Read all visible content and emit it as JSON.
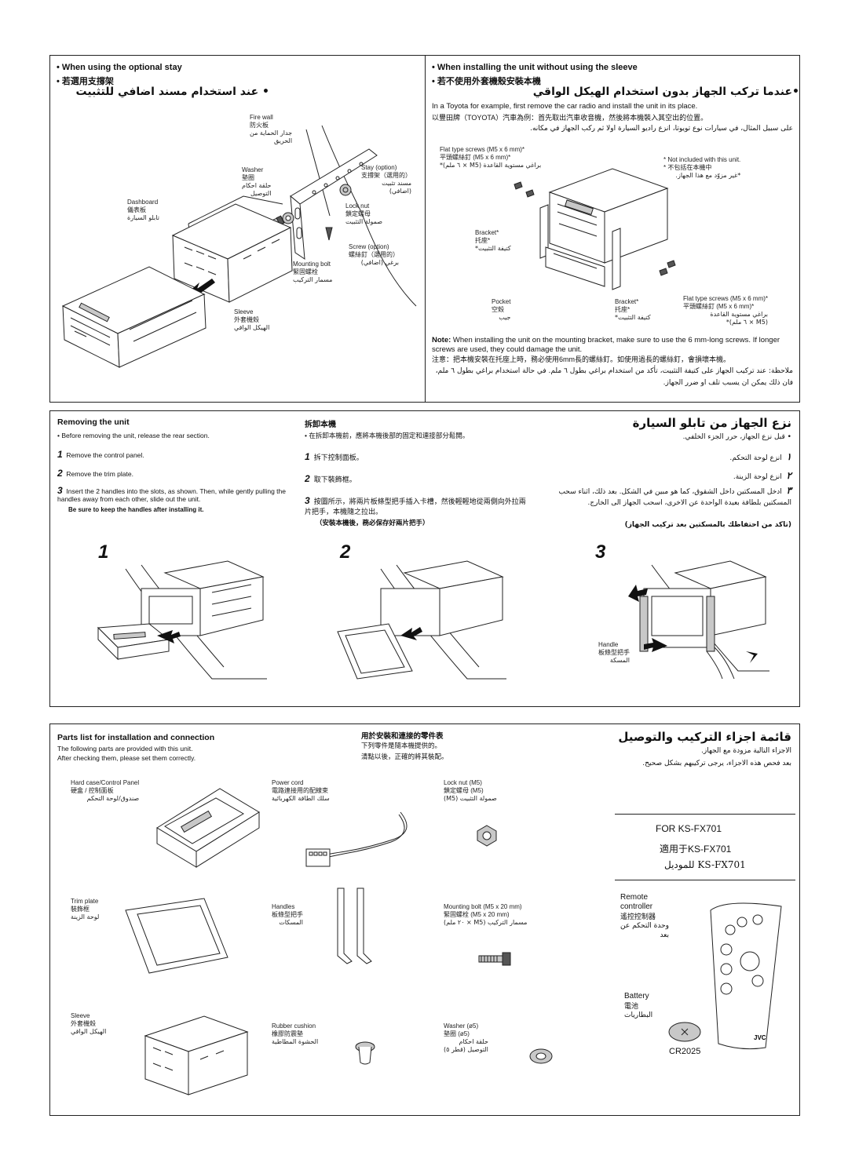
{
  "top_left": {
    "heading_en": "• When using the optional stay",
    "heading_zh": "• 若選用支撐架",
    "heading_ar": "• عند استخدام مسند اضافي للتثبيت",
    "labels": {
      "fire_wall": [
        "Fire wall",
        "防火板",
        "جدار الحماية من",
        "الحريق"
      ],
      "washer": [
        "Washer",
        "墊圈",
        "حلقة احكام",
        "التوصيل"
      ],
      "stay": [
        "Stay (option)",
        "支撐架（選用的）",
        "مسند تثبيت",
        "(اضافي)"
      ],
      "lock_nut": [
        "Lock nut",
        "鎖定螺母",
        "صمولة التثبيت"
      ],
      "dashboard": [
        "Dashboard",
        "儀表板",
        "تابلو السيارة"
      ],
      "screw": [
        "Screw (option)",
        "螺絲釘（選用的）",
        "برغي (اضافي)"
      ],
      "mounting_bolt": [
        "Mounting bolt",
        "緊固螺栓",
        "مسمار التركيب"
      ],
      "sleeve": [
        "Sleeve",
        "外套機殼",
        "الهيكل الواقي"
      ]
    }
  },
  "top_right": {
    "heading_en": "• When installing the unit without using the sleeve",
    "heading_zh": "• 若不使用外套機殼安裝本機",
    "heading_ar": "•عندما تركب الجهاز بدون استخدام الهيكل الواقي",
    "intro_en": "In a Toyota for example, first remove the car radio and install the unit in its place.",
    "intro_zh": "以豐田牌（TOYOTA）汽車為例：首先取出汽車收音機，然後將本機裝入其空出的位置。",
    "intro_ar": "على سبيل المثال، في سيارات نوع تويوتا، انزع راديو السيارة اولا ثم ركب الجهاز في مكانه.",
    "labels": {
      "flat_screws_top": [
        "Flat type screws (M5 x 6 mm)*",
        "平頭螺絲釘 (M5 x 6 mm)*",
        "براغي مستوية القاعدة (M5 × ٦ ملم)*"
      ],
      "not_included": [
        "* Not included with this unit.",
        "* 不包括在本機中",
        "*غير مزوّد مع هذا الجهاز."
      ],
      "bracket_top": [
        "Bracket*",
        "托座*",
        "كتيفة التثبيت*"
      ],
      "pocket": [
        "Pocket",
        "空殼",
        "جيب"
      ],
      "bracket_bottom": [
        "Bracket*",
        "托座*",
        "كتيفة التثبيت*"
      ],
      "flat_screws_bottom": [
        "Flat type screws (M5 x 6 mm)*",
        "平頭螺絲釘 (M5 x 6 mm)*",
        "براغي مستوية القاعدة",
        "(M5 × ٦ ملم)*"
      ]
    },
    "note_label_en": "Note:",
    "note_en": "When installing the unit on the mounting bracket, make sure to use the 6 mm-long screws. If longer screws are used, they could damage the unit.",
    "note_zh": "注意：把本機安裝在托座上時，務必使用6mm長的螺絲釘。如使用過長的螺絲釘，會損壞本機。",
    "note_ar": "ملاحظة: عند تركيب الجهاز على كتيفة التثبيت، تأكد من استخدام براغي بطول ٦ ملم. في حالة استخدام براغي بطول ٦ ملم، فان ذلك يمكن ان يسبب تلف او ضرر الجهاز."
  },
  "removing": {
    "en": {
      "title": "Removing the unit",
      "bullet": "• Before removing the unit, release the rear section.",
      "steps": [
        {
          "n": "1",
          "text": "Remove the control panel."
        },
        {
          "n": "2",
          "text": "Remove the trim plate."
        },
        {
          "n": "3",
          "text": "Insert the 2 handles into the slots, as shown. Then, while gently pulling the handles away from each other, slide out the unit."
        }
      ],
      "warning": "Be sure to keep the handles after installing it."
    },
    "zh": {
      "title": "拆卸本機",
      "bullet": "• 在拆卸本機前，應將本機後部的固定和連接部分鬆開。",
      "steps": [
        {
          "n": "1",
          "text": "拆下控制面板。"
        },
        {
          "n": "2",
          "text": "取下裝飾框。"
        },
        {
          "n": "3",
          "text": "按圖所示，將兩片板條型把手插入卡槽，然後輕輕地從兩側向外拉兩片把手，本機隨之拉出。"
        }
      ],
      "warning": "（安裝本機後，務必保存好兩片把手）"
    },
    "ar": {
      "title": "نزع الجهاز من تابلو السيارة",
      "bullet": "• قبل نزع الجهاز، حرر الجزء الخلفي.",
      "steps": [
        {
          "n": "١",
          "text": "انزع لوحة التحكم."
        },
        {
          "n": "٢",
          "text": "انزع لوحة الزينة."
        },
        {
          "n": "٣",
          "text": "ادخل المسكتين داخل الشقوق، كما هو مبين في الشكل. بعد ذلك، اثناء سحب المسكتين بلطافة بعيدة الواحدة عن الاخرى، اسحب الجهاز الى الخارج."
        }
      ],
      "warning": "(تاكد من احتفاظك بالمسكتين بعد تركيب الجهاز)"
    },
    "figure_numbers": [
      "1",
      "2",
      "3"
    ],
    "handle_labels": [
      "Handle",
      "板條型把手",
      "المسكة"
    ]
  },
  "parts": {
    "title_en": "Parts list for installation and connection",
    "sub1_en": "The following parts are provided with this unit.",
    "sub2_en": "After checking them, please set them correctly.",
    "title_zh": "用於安裝和連接的零件表",
    "sub1_zh": "下列零件是隨本機提供的。",
    "sub2_zh": "清點以後，正確的將其裝配。",
    "title_ar": "قائمة اجزاء التركيب والتوصيل",
    "sub1_ar": "الاجزاء التالية مزودة مع الجهاز.",
    "sub2_ar": "بعد فحص هذه الاجزاء، يرجى تركيبهم بشكل صحيح.",
    "items": {
      "hard_case": [
        "Hard case/Control Panel",
        "硬盒 / 控制面板",
        "صندوق/لوحة التحكم"
      ],
      "power_cord": [
        "Power cord",
        "電路連接用的配線束",
        "سلك الطاقة الكهربائية"
      ],
      "lock_nut": [
        "Lock nut (M5)",
        "鎖定螺母 (M5)",
        "صمولة التثبيت (M5)"
      ],
      "trim_plate": [
        "Trim plate",
        "裝飾框",
        "لوحة الزينة"
      ],
      "handles": [
        "Handles",
        "板條型把手",
        "المسكات"
      ],
      "mounting_bolt": [
        "Mounting bolt (M5 x 20 mm)",
        "緊固螺栓 (M5 x 20 mm)",
        "مسمار التركيب (M5 × ٢٠ ملم)"
      ],
      "sleeve": [
        "Sleeve",
        "外套機殼",
        "الهيكل الواقي"
      ],
      "rubber_cushion": [
        "Rubber cushion",
        "橡膠防震墊",
        "الحشوة المطاطية"
      ],
      "washer": [
        "Washer (ø5)",
        "墊圈 (ø5)",
        "حلقة احكام",
        "التوصيل (قطر ٥)"
      ],
      "remote": [
        "Remote",
        "controller",
        "遙控控制器",
        "وحدة التحكم عن",
        "بعد"
      ],
      "battery": [
        "Battery",
        "電池",
        "البطاريات"
      ]
    },
    "for_model_en": "FOR KS-FX701",
    "for_model_zh": "適用于KS-FX701",
    "for_model_ar": "للموديل KS-FX701",
    "battery_model": "CR2025",
    "remote_brand": "JVC"
  }
}
